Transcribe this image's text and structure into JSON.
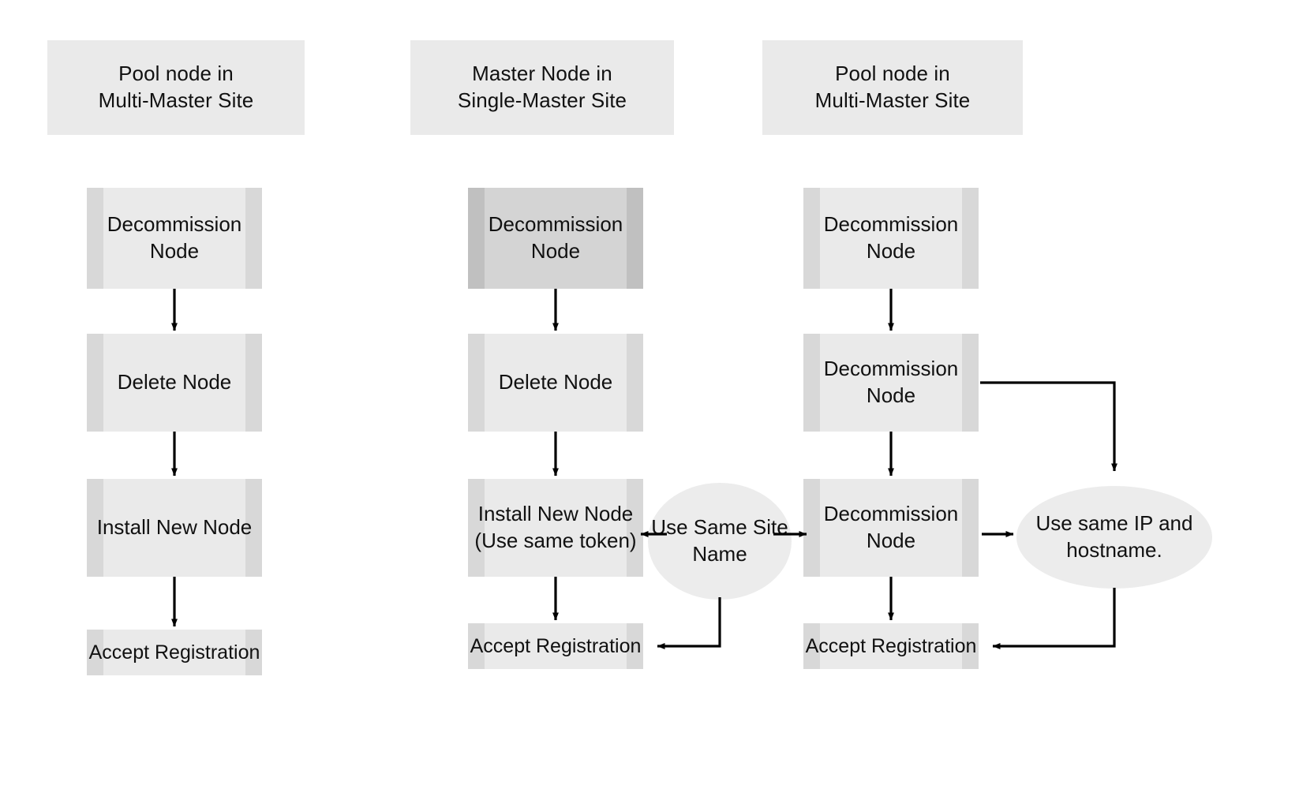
{
  "diagram": {
    "title": "Node replacement procedures by site type",
    "type": "flowchart",
    "background_color": "#ffffff",
    "palette": {
      "header_fill": "#eaeaea",
      "node_fill": "#eaeaea",
      "node_side_bar": "#d8d8d8",
      "node_fill_highlighted": "#d4d4d4",
      "node_side_bar_highlighted": "#c0c0c0",
      "ellipse_fill": "#ececec",
      "connector": "#000000",
      "text": "#111111"
    }
  },
  "columns": [
    {
      "id": "col-1",
      "header": "Pool node in\nMulti-Master Site",
      "steps": [
        {
          "id": "c1-s1",
          "label": "Decommission\nNode",
          "highlighted": false
        },
        {
          "id": "c1-s2",
          "label": "Delete Node",
          "highlighted": false
        },
        {
          "id": "c1-s3",
          "label": "Install New Node",
          "highlighted": false
        },
        {
          "id": "c1-s4",
          "label": "Accept Registration",
          "highlighted": false
        }
      ]
    },
    {
      "id": "col-2",
      "header": "Master Node in\nSingle-Master Site",
      "steps": [
        {
          "id": "c2-s1",
          "label": "Decommission\nNode",
          "highlighted": true
        },
        {
          "id": "c2-s2",
          "label": "Delete Node",
          "highlighted": false
        },
        {
          "id": "c2-s3",
          "label": "Install New Node\n(Use same token)",
          "highlighted": false
        },
        {
          "id": "c2-s4",
          "label": "Accept Registration",
          "highlighted": false
        }
      ]
    },
    {
      "id": "col-3",
      "header": "Pool node in\nMulti-Master Site",
      "steps": [
        {
          "id": "c3-s1",
          "label": "Decommission\nNode",
          "highlighted": false
        },
        {
          "id": "c3-s2",
          "label": "Decommission\nNode",
          "highlighted": false
        },
        {
          "id": "c3-s3",
          "label": "Decommission\nNode",
          "highlighted": false
        },
        {
          "id": "c3-s4",
          "label": "Accept Registration",
          "highlighted": false
        }
      ]
    }
  ],
  "annotations": [
    {
      "id": "note-site-name",
      "label": "Use Same Site\nName",
      "shape": "ellipse"
    },
    {
      "id": "note-ip-hostname",
      "label": "Use same IP and\nhostname.",
      "shape": "ellipse"
    }
  ],
  "connectors": [
    {
      "id": "c1-s1-to-c1-s2",
      "from": "c1-s1",
      "to": "c1-s2",
      "style": "straight-down"
    },
    {
      "id": "c1-s2-to-c1-s3",
      "from": "c1-s2",
      "to": "c1-s3",
      "style": "straight-down"
    },
    {
      "id": "c1-s3-to-c1-s4",
      "from": "c1-s3",
      "to": "c1-s4",
      "style": "straight-down"
    },
    {
      "id": "c2-s1-to-c2-s2",
      "from": "c2-s1",
      "to": "c2-s2",
      "style": "straight-down"
    },
    {
      "id": "c2-s2-to-c2-s3",
      "from": "c2-s2",
      "to": "c2-s3",
      "style": "straight-down"
    },
    {
      "id": "c2-s3-to-c2-s4",
      "from": "c2-s3",
      "to": "c2-s4",
      "style": "straight-down"
    },
    {
      "id": "note-site-name-to-c2-s3",
      "from": "note-site-name",
      "to": "c2-s3",
      "style": "straight-left"
    },
    {
      "id": "note-site-name-to-c2-s4",
      "from": "note-site-name",
      "to": "c2-s4",
      "style": "elbow-down-left"
    },
    {
      "id": "note-site-name-to-c3-s3",
      "from": "note-site-name",
      "to": "c3-s3",
      "style": "straight-right"
    },
    {
      "id": "c3-s1-to-c3-s2",
      "from": "c3-s1",
      "to": "c3-s2",
      "style": "straight-down"
    },
    {
      "id": "c3-s2-to-c3-s3",
      "from": "c3-s2",
      "to": "c3-s3",
      "style": "straight-down"
    },
    {
      "id": "c3-s3-to-c3-s4",
      "from": "c3-s3",
      "to": "c3-s4",
      "style": "straight-down"
    },
    {
      "id": "c3-s2-to-note-ip",
      "from": "c3-s2",
      "to": "note-ip-hostname",
      "style": "elbow-right-down"
    },
    {
      "id": "c3-s3-to-note-ip",
      "from": "c3-s3",
      "to": "note-ip-hostname",
      "style": "straight-right"
    },
    {
      "id": "note-ip-to-c3-s4",
      "from": "note-ip-hostname",
      "to": "c3-s4",
      "style": "elbow-down-left"
    }
  ]
}
